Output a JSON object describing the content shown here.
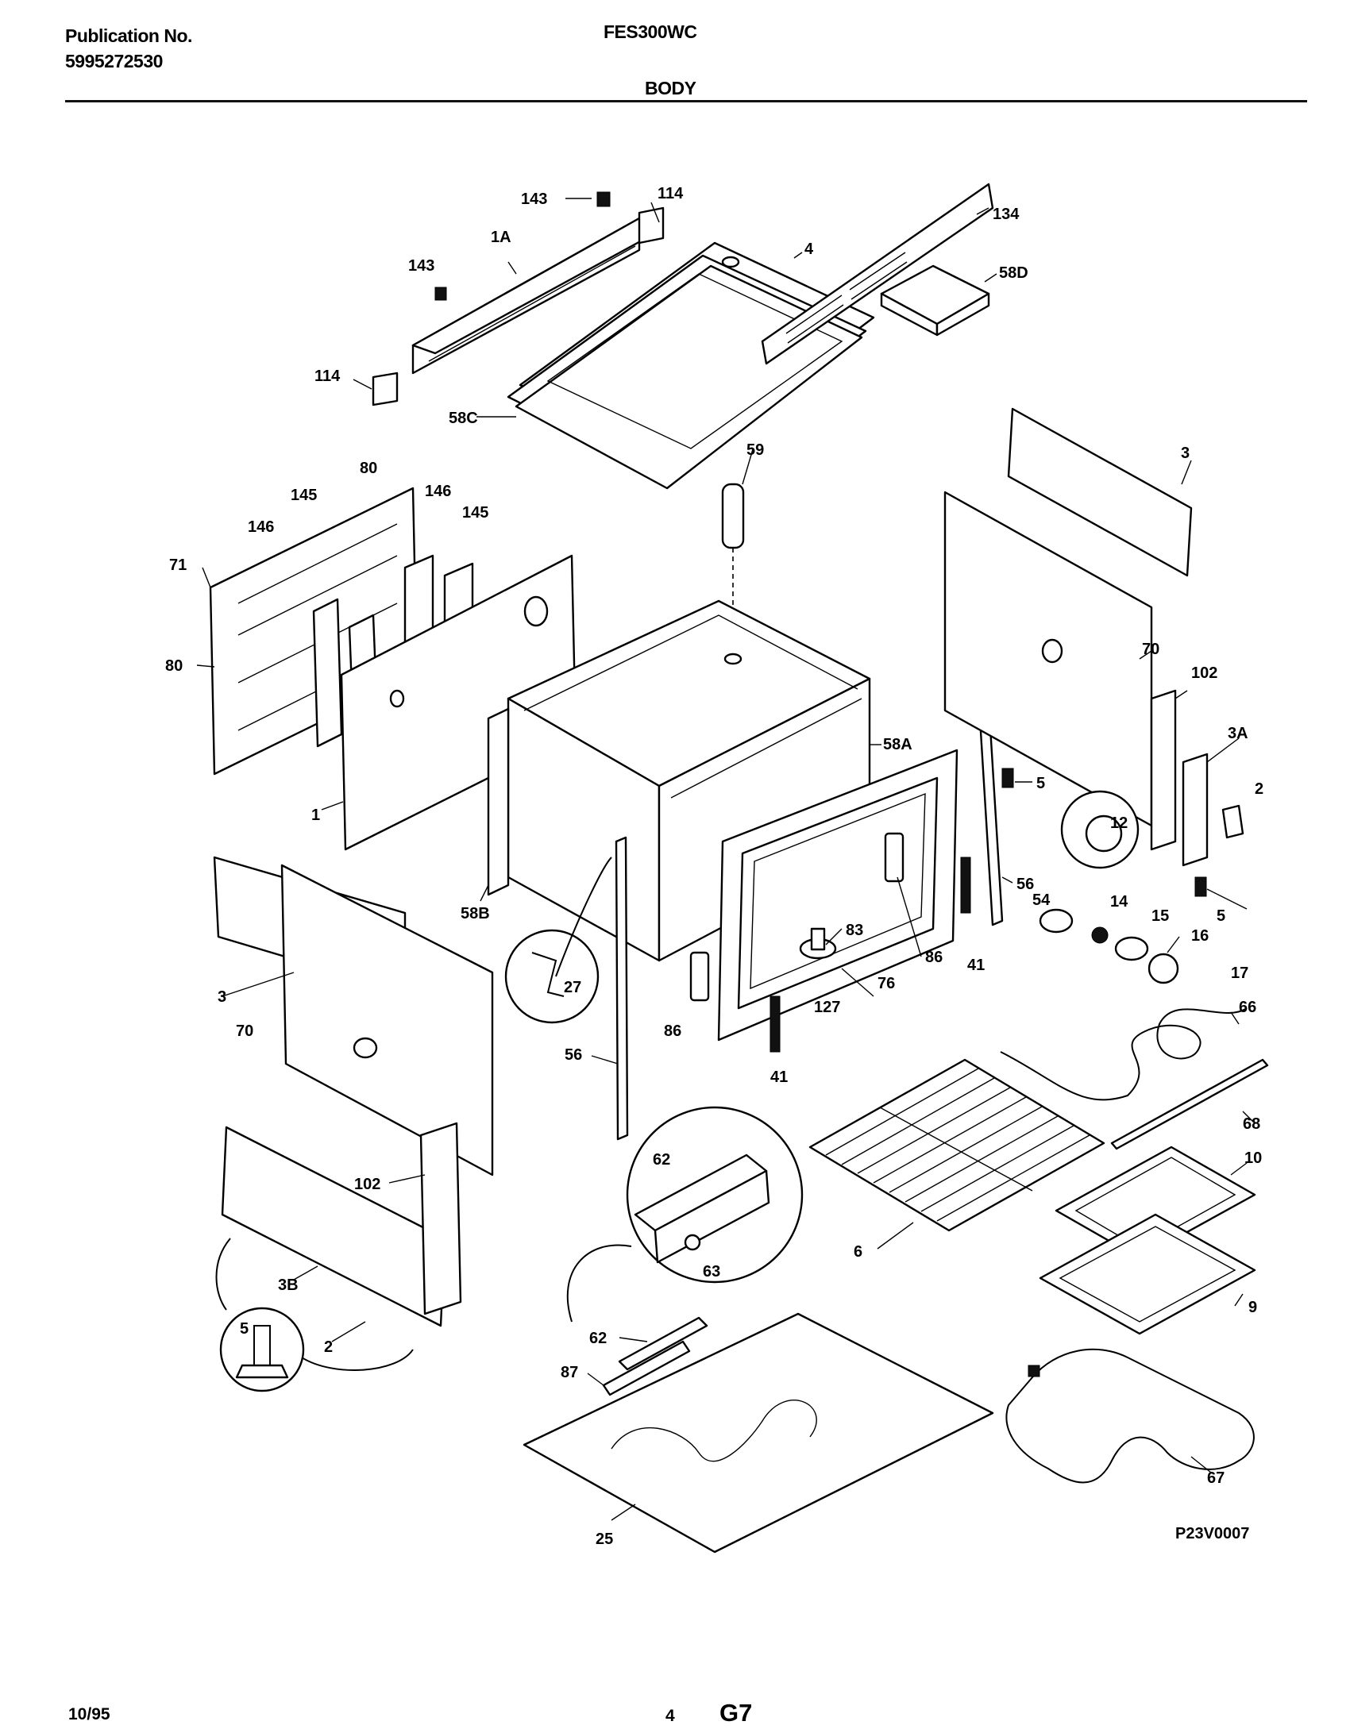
{
  "header": {
    "publication_label": "Publication No.",
    "publication_number": "5995272530",
    "model": "FES300WC",
    "section": "BODY"
  },
  "footer": {
    "date": "10/95",
    "page": "4",
    "code": "G7"
  },
  "diagram": {
    "drawing_code": "P23V0007",
    "labels": [
      "143",
      "114",
      "134",
      "1A",
      "143",
      "4",
      "58D",
      "114",
      "58C",
      "59",
      "3",
      "80",
      "145",
      "146",
      "145",
      "146",
      "71",
      "80",
      "70",
      "102",
      "58A",
      "3A",
      "2",
      "5",
      "12",
      "1",
      "56",
      "5",
      "54",
      "14",
      "15",
      "16",
      "17",
      "58B",
      "27",
      "83",
      "86",
      "41",
      "127",
      "76",
      "3",
      "70",
      "56",
      "86",
      "41",
      "66",
      "68",
      "10",
      "62",
      "102",
      "6",
      "63",
      "9",
      "3B",
      "5",
      "2",
      "62",
      "87",
      "67",
      "25"
    ]
  }
}
